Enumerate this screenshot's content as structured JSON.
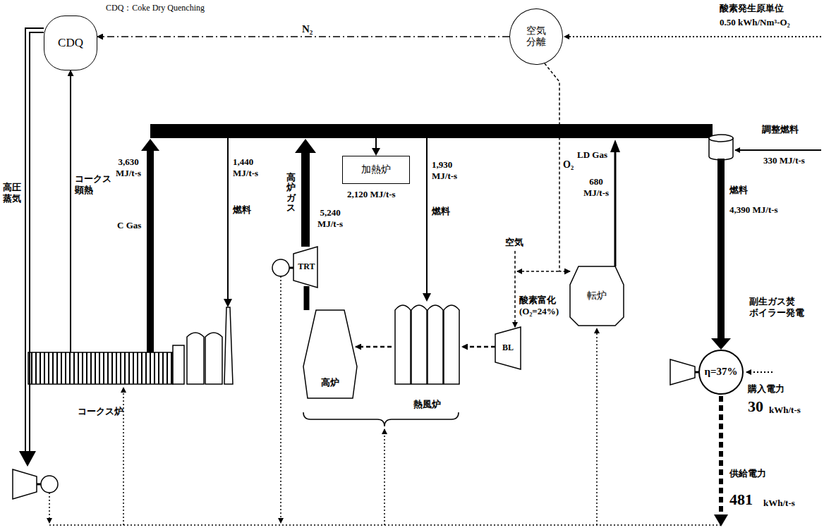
{
  "diagram": {
    "nodes": [
      {
        "text": [
          "CDQ"
        ]
      },
      {
        "text": [
          "空気 分離"
        ]
      },
      {
        "text": [
          "加熱炉"
        ]
      },
      {
        "text": [
          "TRT"
        ]
      },
      {
        "text": [
          "転炉"
        ]
      },
      {
        "text": [
          "η=37%"
        ]
      },
      {
        "text": [
          "コークス炉"
        ]
      },
      {
        "text": [
          "高炉"
        ]
      },
      {
        "text": [
          "熱風炉"
        ]
      },
      {
        "text": [
          "BL"
        ]
      }
    ],
    "edges": [
      {
        "from": 1,
        "to": 0,
        "label": "N₂",
        "arrow": "to"
      },
      {
        "from": 1,
        "to": 4,
        "label": "O₂",
        "arrow": "to"
      },
      {
        "from": 6,
        "to": 0,
        "label": "コークス 顕熱",
        "arrow": "to"
      },
      {
        "from": 9,
        "to": 8,
        "arrow": "to"
      },
      {
        "from": 8,
        "to": 7,
        "arrow": "to"
      },
      {
        "from": 7,
        "to": 3,
        "arrow": "none"
      }
    ],
    "labels": [
      "CDQ：Coke Dry Quenching",
      "酸素発生原単位",
      "0.50 kWh/Nm³-O₂",
      "高圧 蒸気",
      "C Gas",
      "3,630 MJ/t-s",
      "1,440 MJ/t-s",
      "燃料",
      "高炉ガス",
      "5,240 MJ/t-s",
      "2,120 MJ/t-s",
      "1,930 MJ/t-s",
      "燃料",
      "空気",
      "酸素富化 (O₂=24%)",
      "LD Gas",
      "680 MJ/t-s",
      "調整燃料",
      "330 MJ/t-s",
      "燃料",
      "4,390 MJ/t-s",
      "副生ガス焚 ボイラー発電",
      "購入電力",
      "30",
      "kWh/t-s",
      "供給電力",
      "481",
      "kWh/t-s"
    ]
  }
}
